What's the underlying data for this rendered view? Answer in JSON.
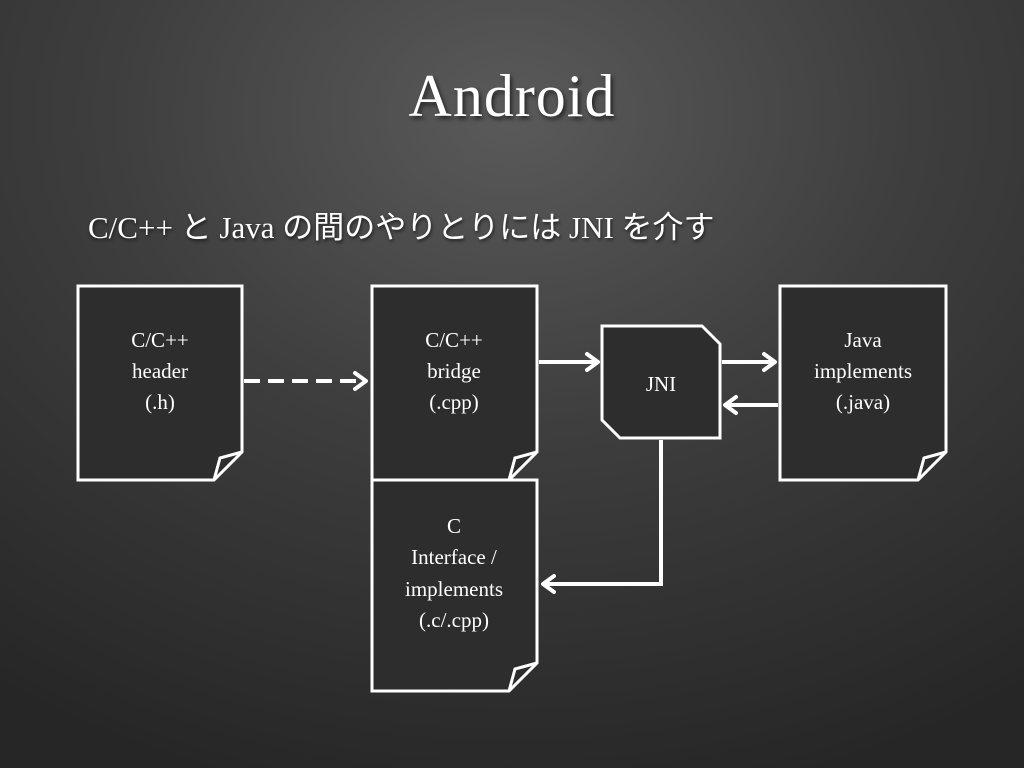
{
  "slide": {
    "title": "Android",
    "subtitle": "C/C++ と Java の間のやりとりには JNI を介す"
  },
  "nodes": {
    "cpp_header": {
      "lines": [
        "C/C++",
        "header",
        "(.h)"
      ]
    },
    "cpp_bridge": {
      "lines": [
        "C/C++",
        "bridge",
        "(.cpp)"
      ]
    },
    "c_interface": {
      "lines": [
        "C",
        "Interface /",
        "implements",
        "(.c/.cpp)"
      ]
    },
    "jni": {
      "lines": [
        "JNI"
      ]
    },
    "java_impl": {
      "lines": [
        "Java",
        "implements",
        "(.java)"
      ]
    }
  },
  "edges": [
    {
      "from": "cpp_header",
      "to": "cpp_bridge",
      "style": "dashed"
    },
    {
      "from": "cpp_bridge",
      "to": "jni",
      "style": "solid"
    },
    {
      "from": "jni",
      "to": "java_impl",
      "style": "solid"
    },
    {
      "from": "java_impl",
      "to": "jni",
      "style": "solid"
    },
    {
      "from": "jni",
      "to": "c_interface",
      "style": "solid"
    }
  ],
  "colors": {
    "stroke": "#ffffff",
    "node_fill": "#2d2d2d"
  }
}
